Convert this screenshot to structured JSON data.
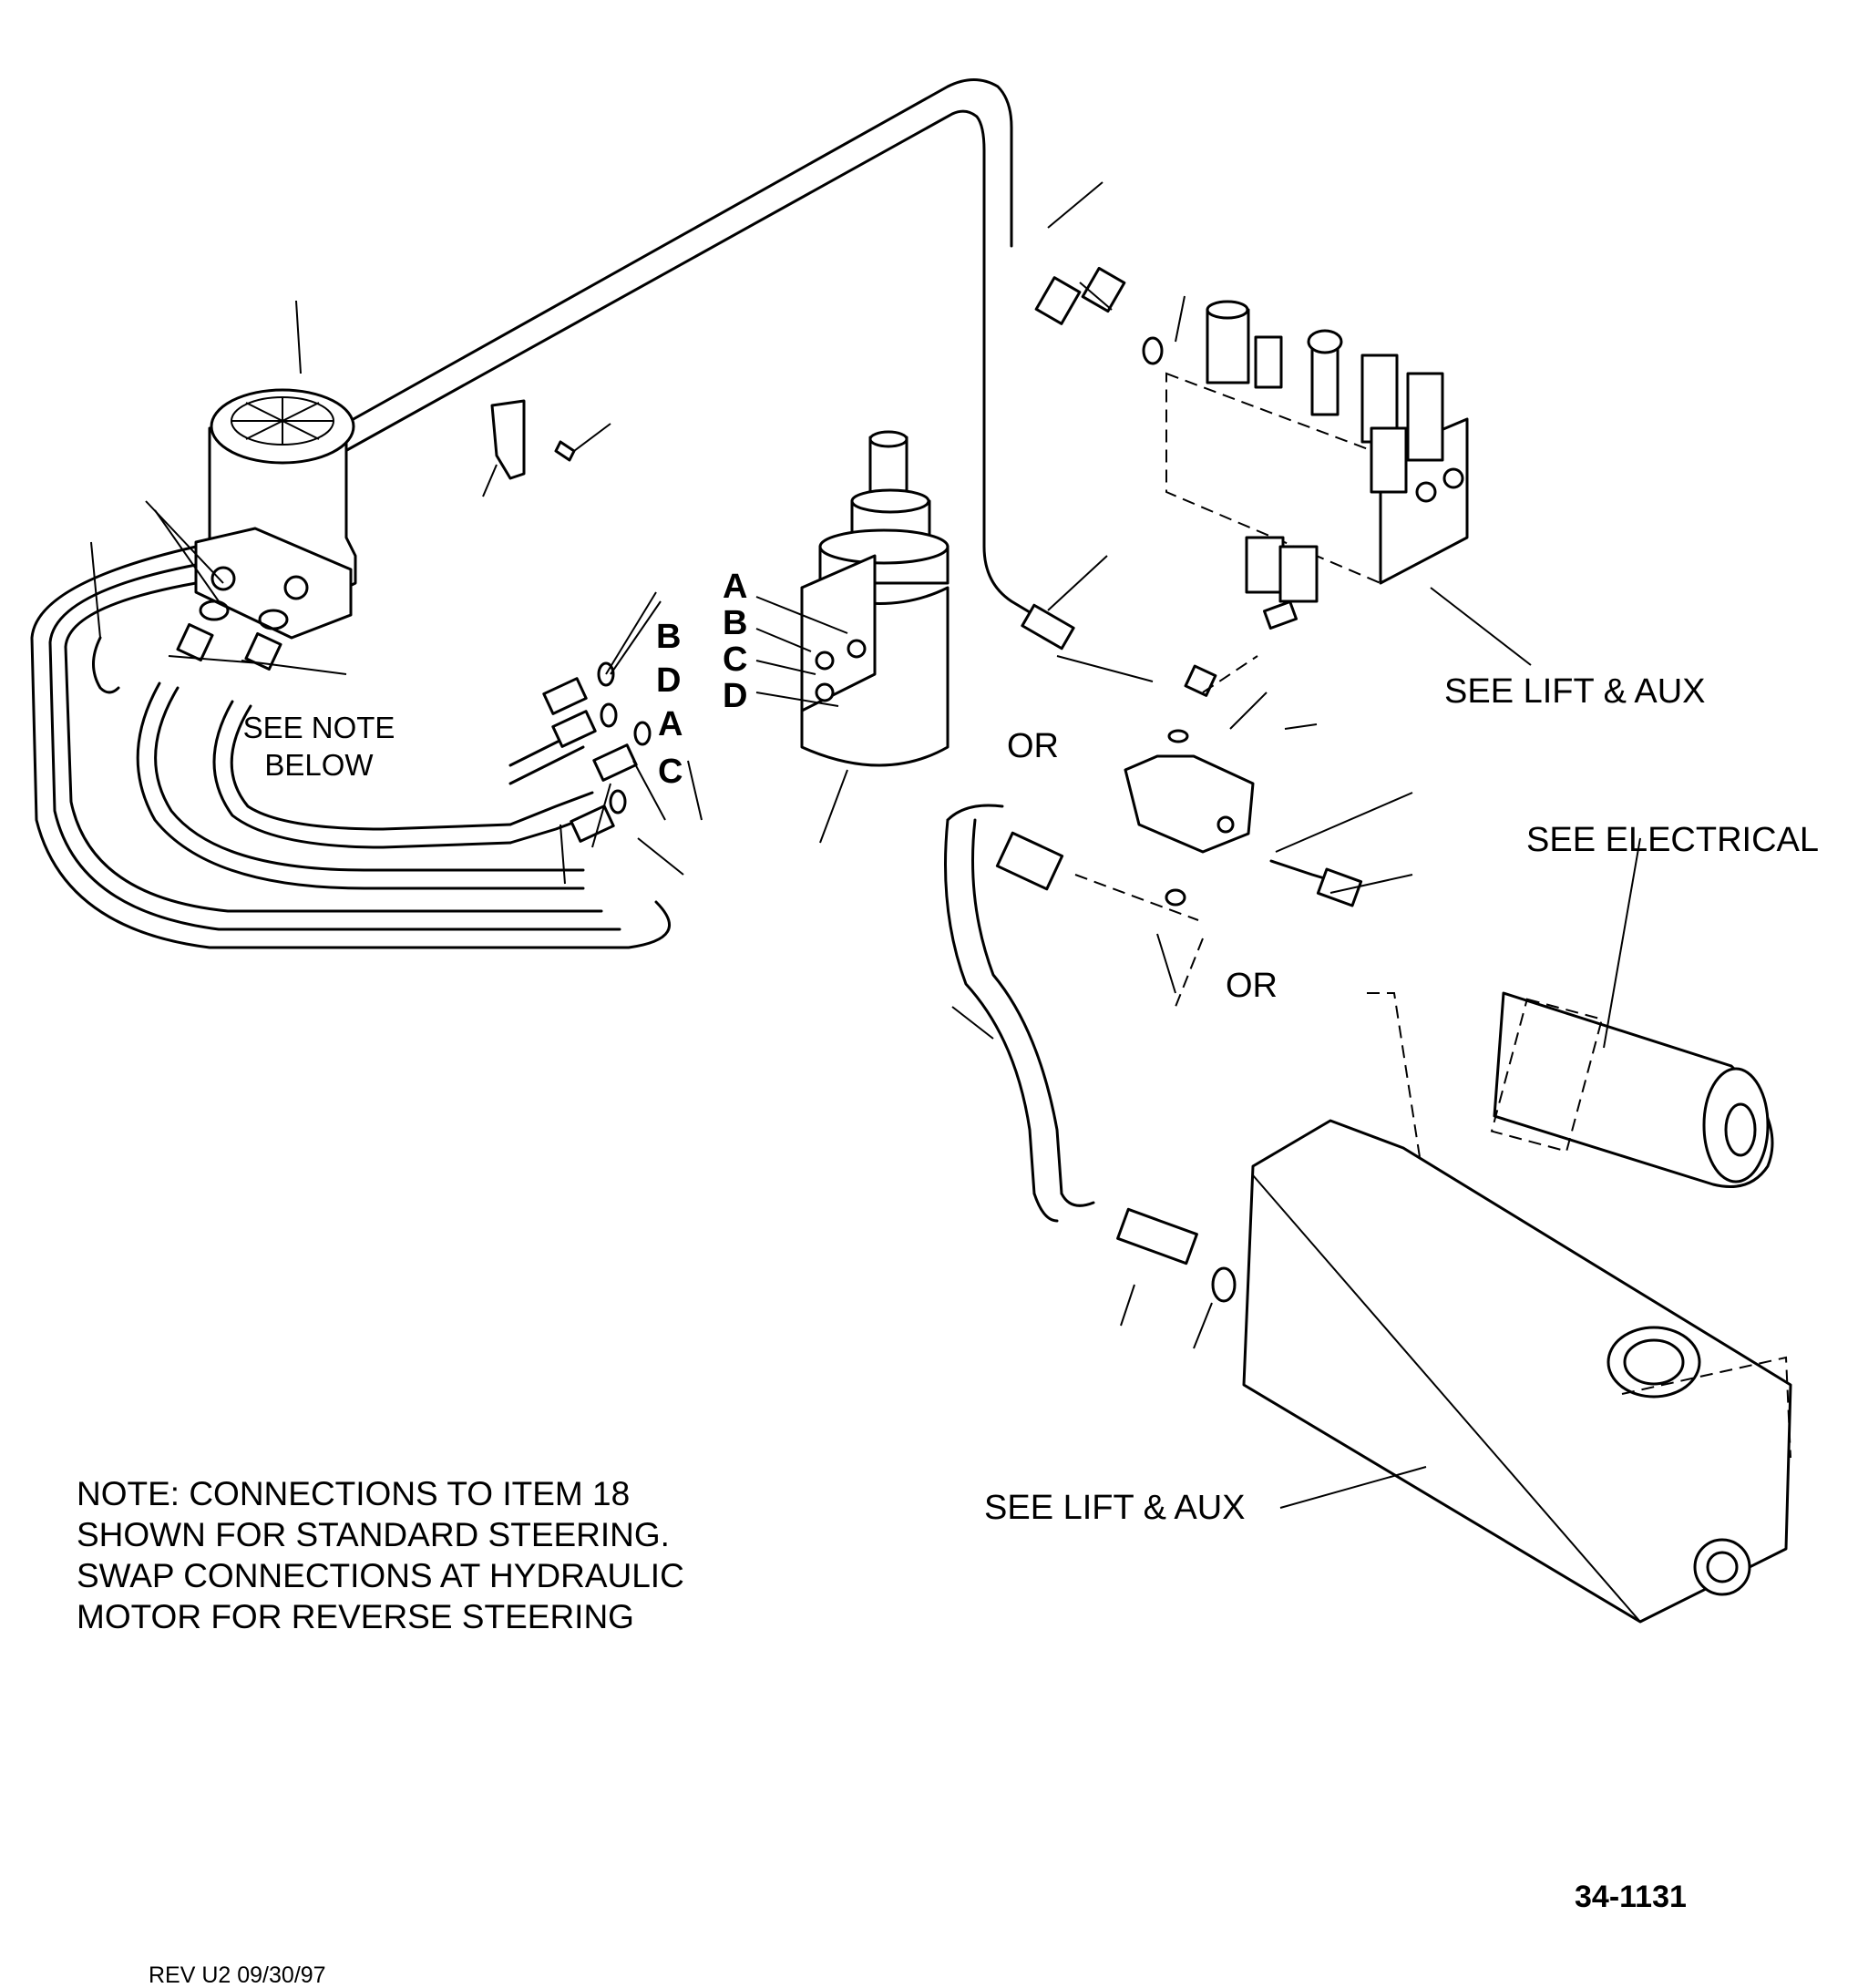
{
  "ports_left": [
    "B",
    "D",
    "A",
    "C"
  ],
  "ports_motor": [
    "A",
    "B",
    "C",
    "D"
  ],
  "callouts": {
    "see_note_line1": "SEE NOTE",
    "see_note_line2": "BELOW",
    "lift_aux_top": "SEE LIFT & AUX",
    "or_top": "OR",
    "or_bottom": "OR",
    "electrical": "SEE ELECTRICAL",
    "lift_aux_bottom": "SEE LIFT & AUX"
  },
  "note": "NOTE: CONNECTIONS TO ITEM 18\nSHOWN FOR STANDARD STEERING.\nSWAP CONNECTIONS AT HYDRAULIC\nMOTOR FOR REVERSE STEERING",
  "drawing_number": "34-1131",
  "revision": "REV U2 09/30/97",
  "components": [
    "steering-unit-icon",
    "hydraulic-motor-icon",
    "valve-block-icon",
    "pump-icon",
    "electric-motor-icon",
    "reservoir-tank-icon",
    "hose-icon",
    "fitting-icon",
    "o-ring-icon",
    "bracket-icon"
  ]
}
